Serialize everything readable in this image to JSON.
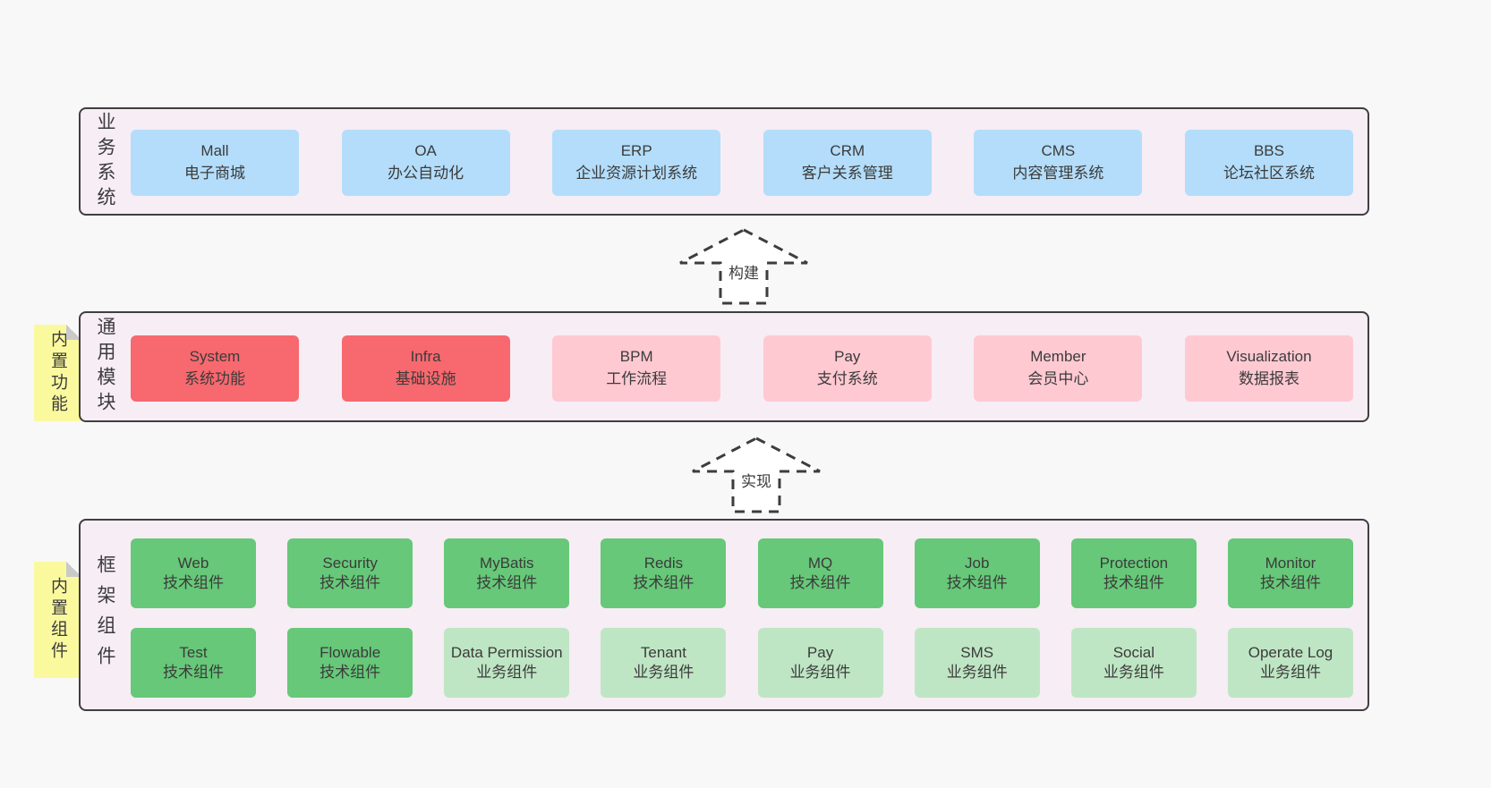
{
  "colors": {
    "page_bg": "#f8f8f8",
    "section_bg": "#f7edf5",
    "section_border": "#3f3f3f",
    "text": "#3b3b3b",
    "blue": "#b3ddfa",
    "red": "#f7696f",
    "pink": "#ffc9d2",
    "green": "#66c878",
    "light_green": "#bfe6c4",
    "tab_yellow": "#fbf99e",
    "tab_fold": "#c9c9c9"
  },
  "sections": {
    "business": {
      "label": "业务系统",
      "boxes": [
        {
          "name": "Mall",
          "desc": "电子商城"
        },
        {
          "name": "OA",
          "desc": "办公自动化"
        },
        {
          "name": "ERP",
          "desc": "企业资源计划系统"
        },
        {
          "name": "CRM",
          "desc": "客户关系管理"
        },
        {
          "name": "CMS",
          "desc": "内容管理系统"
        },
        {
          "name": "BBS",
          "desc": "论坛社区系统"
        }
      ]
    },
    "modules": {
      "label": "通用模块",
      "tab": "内置功能",
      "boxes": [
        {
          "name": "System",
          "desc": "系统功能"
        },
        {
          "name": "Infra",
          "desc": "基础设施"
        },
        {
          "name": "BPM",
          "desc": "工作流程"
        },
        {
          "name": "Pay",
          "desc": "支付系统"
        },
        {
          "name": "Member",
          "desc": "会员中心"
        },
        {
          "name": "Visualization",
          "desc": "数据报表"
        }
      ]
    },
    "framework": {
      "label": "框架组件",
      "tab": "内置组件",
      "row1": [
        {
          "name": "Web",
          "desc": "技术组件"
        },
        {
          "name": "Security",
          "desc": "技术组件"
        },
        {
          "name": "MyBatis",
          "desc": "技术组件"
        },
        {
          "name": "Redis",
          "desc": "技术组件"
        },
        {
          "name": "MQ",
          "desc": "技术组件"
        },
        {
          "name": "Job",
          "desc": "技术组件"
        },
        {
          "name": "Protection",
          "desc": "技术组件"
        },
        {
          "name": "Monitor",
          "desc": "技术组件"
        }
      ],
      "row2": [
        {
          "name": "Test",
          "desc": "技术组件"
        },
        {
          "name": "Flowable",
          "desc": "技术组件"
        },
        {
          "name": "Data Permission",
          "desc": "业务组件"
        },
        {
          "name": "Tenant",
          "desc": "业务组件"
        },
        {
          "name": "Pay",
          "desc": "业务组件"
        },
        {
          "name": "SMS",
          "desc": "业务组件"
        },
        {
          "name": "Social",
          "desc": "业务组件"
        },
        {
          "name": "Operate Log",
          "desc": "业务组件"
        }
      ]
    }
  },
  "arrows": {
    "build": "构建",
    "implement": "实现"
  }
}
